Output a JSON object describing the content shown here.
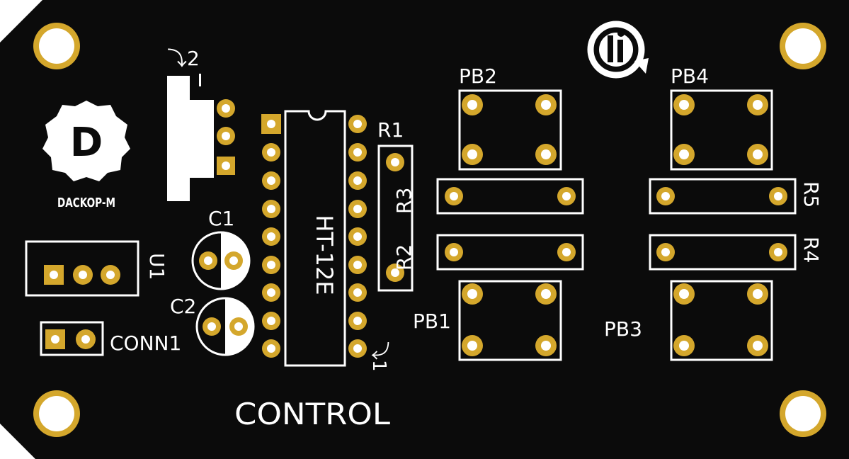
{
  "colors": {
    "board": "#0b0b0b",
    "silkscreen": "#ffffff",
    "pad_gold": "#d4a72c",
    "pad_hole": "#ffffff",
    "background": "#ffffff"
  },
  "labels": {
    "ic_mark_2": "⤵2",
    "ic_mark_1": "⤵1",
    "ic_name": "HT-12E",
    "r1": "R1",
    "r2": "R2",
    "r3": "R3",
    "r4": "R4",
    "r5": "R5",
    "c1": "C1",
    "c2": "C2",
    "u1": "U1",
    "conn1": "CONN1",
    "pb1": "PB1",
    "pb2": "PB2",
    "pb3": "PB3",
    "pb4": "PB4",
    "control": "CONTROL",
    "logo_d_letter": "D",
    "logo_d_caption": "DACKOP-M"
  },
  "icons": {
    "d_logo": "gear-logo-icon",
    "brand_logo": "circle-arrow-logo-icon"
  }
}
